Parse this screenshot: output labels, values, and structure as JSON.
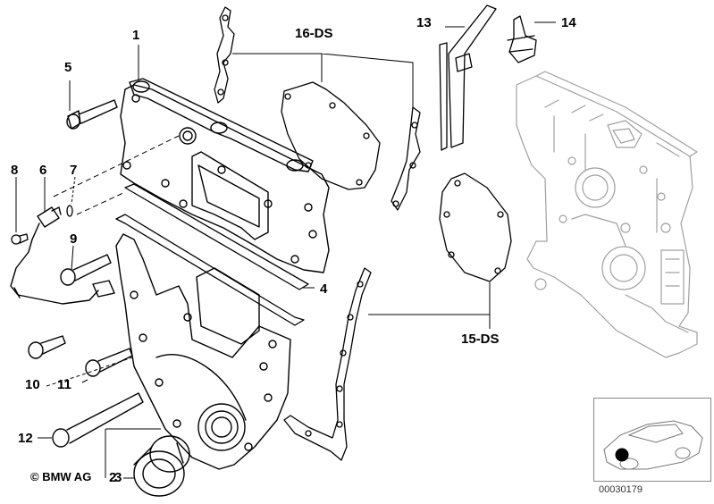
{
  "labels": {
    "p1": "1",
    "p2": "2",
    "p3": "3",
    "p4": "4",
    "p5": "5",
    "p6": "6",
    "p7": "7",
    "p8": "8",
    "p9": "9",
    "p10": "10",
    "p11": "11",
    "p12": "12",
    "p13": "13",
    "p14": "14",
    "p15": "15-DS",
    "p16": "16-DS"
  },
  "copyright": "© BMW AG",
  "diagram_id": "00030179",
  "colors": {
    "line": "#000000",
    "ghost": "#9a9a9a",
    "marker": "#000000"
  }
}
